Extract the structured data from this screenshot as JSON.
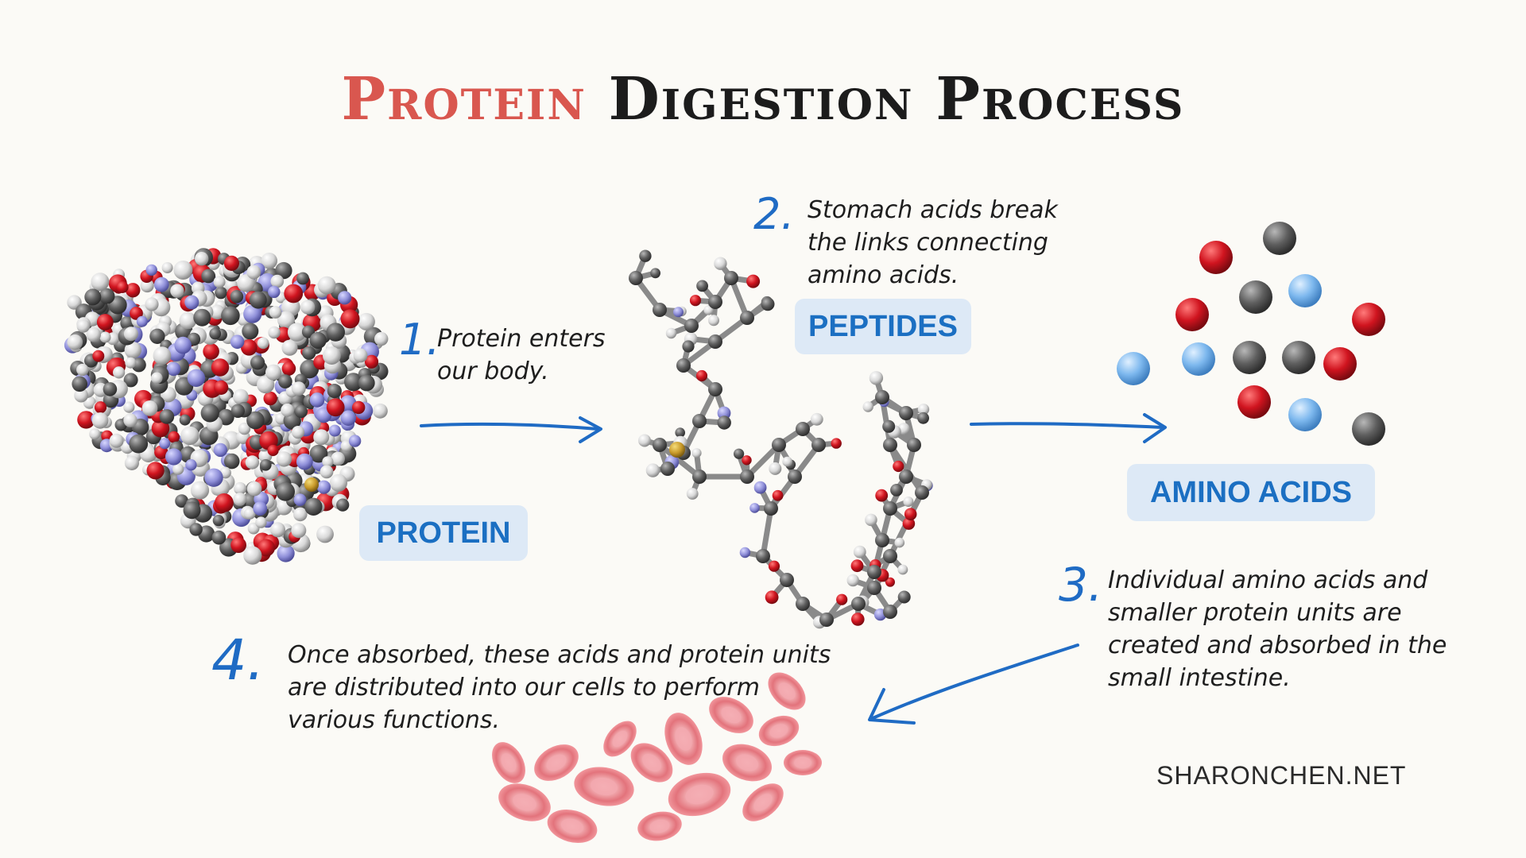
{
  "title": {
    "part1": "Protein",
    "part2": "Digestion Process"
  },
  "steps": [
    {
      "number": "1.",
      "text": [
        "Protein enters",
        "our body."
      ]
    },
    {
      "number": "2.",
      "text": [
        "Stomach acids break",
        "the links connecting",
        "amino acids."
      ]
    },
    {
      "number": "3.",
      "text": [
        "Individual amino acids and",
        "smaller protein units are",
        "created and absorbed in the",
        "small intestine."
      ]
    },
    {
      "number": "4.",
      "text": [
        "Once absorbed, these acids and protein units",
        "are distributed into our cells to perform",
        "various functions."
      ]
    }
  ],
  "labels": {
    "protein": "PROTEIN",
    "peptides": "PEPTIDES",
    "amino_acids": "AMINO ACIDS"
  },
  "credit": "SHARONCHEN.NET",
  "colors": {
    "accent_blue": "#1f6bc4",
    "title_red": "#d9574f",
    "pill_bg": "#dde9f6",
    "atom_red": "#c8121e",
    "atom_gray": "#5c5c5c",
    "atom_blue": "#7fb8ec",
    "cell_red": "#e67a80"
  },
  "icons": [
    "protein-molecule-icon",
    "peptide-chain-icon",
    "amino-acid-cluster-icon",
    "blood-cells-icon",
    "arrow-right-icon",
    "arrow-down-left-icon"
  ]
}
